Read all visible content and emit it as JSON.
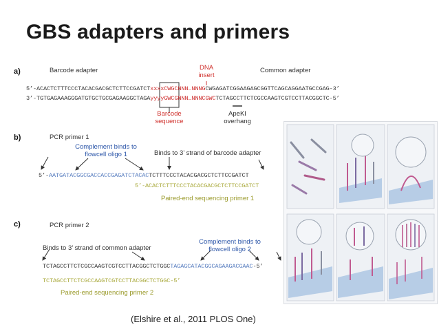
{
  "title": "GBS adapters and primers",
  "citation": "(Elshire et al., 2011 PLOS One)",
  "panel_a": {
    "label": "a)",
    "barcode_adapter": "Barcode adapter",
    "dna_insert_line1": "DNA",
    "dna_insert_line2": "insert",
    "common_adapter": "Common adapter",
    "barcode_sequence_line1": "Barcode",
    "barcode_sequence_line2": "sequence",
    "apeki_line1": "ApeKI",
    "apeki_line2": "overhang",
    "seq_top": {
      "p1": "5’-ACACTCTTTCCCTACACGACGCTCTTCCGATCT",
      "p2": "xxxx",
      "p3": "CWGCNNN…NNNG",
      "p4": "CWGAGATCGGAAGAGCGGTTCAGCAGGAATGCCGAG-3’"
    },
    "seq_bottom": {
      "p1": "3’-TGTGAGAAAGGGATGTGCTGCGAGAAGGCTAGA",
      "p2": "yyyy",
      "p3": "GWCGNNN…NNNCGWC",
      "p4": "TCTAGCCTTCTCGCCAAGTCGTCCTTACGGCTC-5’"
    }
  },
  "panel_b": {
    "label": "b)",
    "pcr_primer": "PCR primer 1",
    "complement_line1": "Complement binds to",
    "complement_line2": "flowcell oligo 1",
    "binds_to": "Binds to 3’ strand of barcode adapter",
    "seq_primer": {
      "p1": "5’-",
      "p2": "AATGATACGGCGACCACCGAGATCTACAC",
      "p3": "TCTTTCCCTACACGACGCTCTTCCGATCT"
    },
    "seq_paired": {
      "p1": "5’-ACACTCTTTCCCTACACGACGCTCTTCCGATCT"
    },
    "paired_end": "Paired-end sequencing primer 1"
  },
  "panel_c": {
    "label": "c)",
    "pcr_primer": "PCR primer 2",
    "binds_to": "Binds to 3’ strand of common adapter",
    "complement_line1": "Complement binds to",
    "complement_line2": "flowcell oligo 2",
    "seq_primer": {
      "p1": "TCTAGCCTTCTCGCCAAGTCGTCCTTACGGCTCTGGC",
      "p2": "TAGAGCATACGGCAGAAGACGAAC",
      "p3": "-5’"
    },
    "seq_paired": {
      "p1": "TCTAGCCTTCTCGCCAAGTCGTCCTTACGGCTCTGGC-5’"
    },
    "paired_end": "Paired-end sequencing primer 2"
  },
  "colors": {
    "red": "#cc2a2a",
    "blue": "#5a7fc0",
    "olive": "#a8a83a"
  }
}
